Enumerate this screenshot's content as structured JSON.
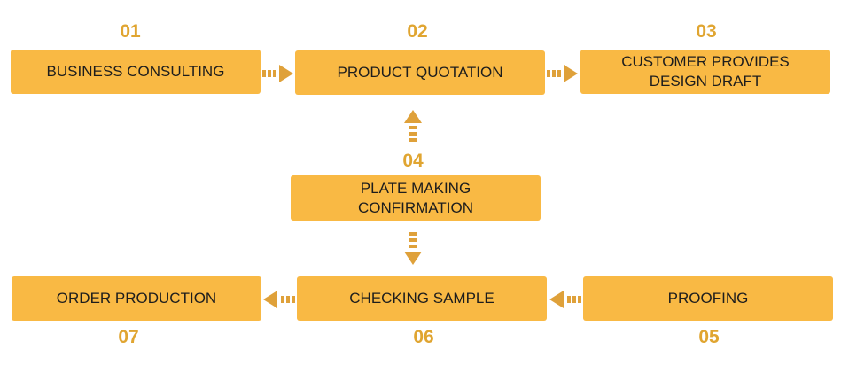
{
  "colors": {
    "box_fill": "#f9b944",
    "number_text": "#e0a531",
    "arrow": "#dfa13a",
    "label_text": "#1d1d1d"
  },
  "steps": [
    {
      "number": "01",
      "label": "BUSINESS CONSULTING"
    },
    {
      "number": "02",
      "label": "PRODUCT QUOTATION"
    },
    {
      "number": "03",
      "label": "CUSTOMER PROVIDES DESIGN DRAFT"
    },
    {
      "number": "04",
      "label": "PLATE MAKING CONFIRMATION"
    },
    {
      "number": "05",
      "label": "PROOFING"
    },
    {
      "number": "06",
      "label": "CHECKING SAMPLE"
    },
    {
      "number": "07",
      "label": "ORDER PRODUCTION"
    }
  ],
  "connectors": [
    {
      "from": "01",
      "to": "02",
      "direction": "right"
    },
    {
      "from": "02",
      "to": "03",
      "direction": "right"
    },
    {
      "from": "04",
      "to": "02",
      "direction": "up"
    },
    {
      "from": "04",
      "to": "06",
      "direction": "down"
    },
    {
      "from": "05",
      "to": "06",
      "direction": "left"
    },
    {
      "from": "06",
      "to": "07",
      "direction": "left"
    }
  ]
}
